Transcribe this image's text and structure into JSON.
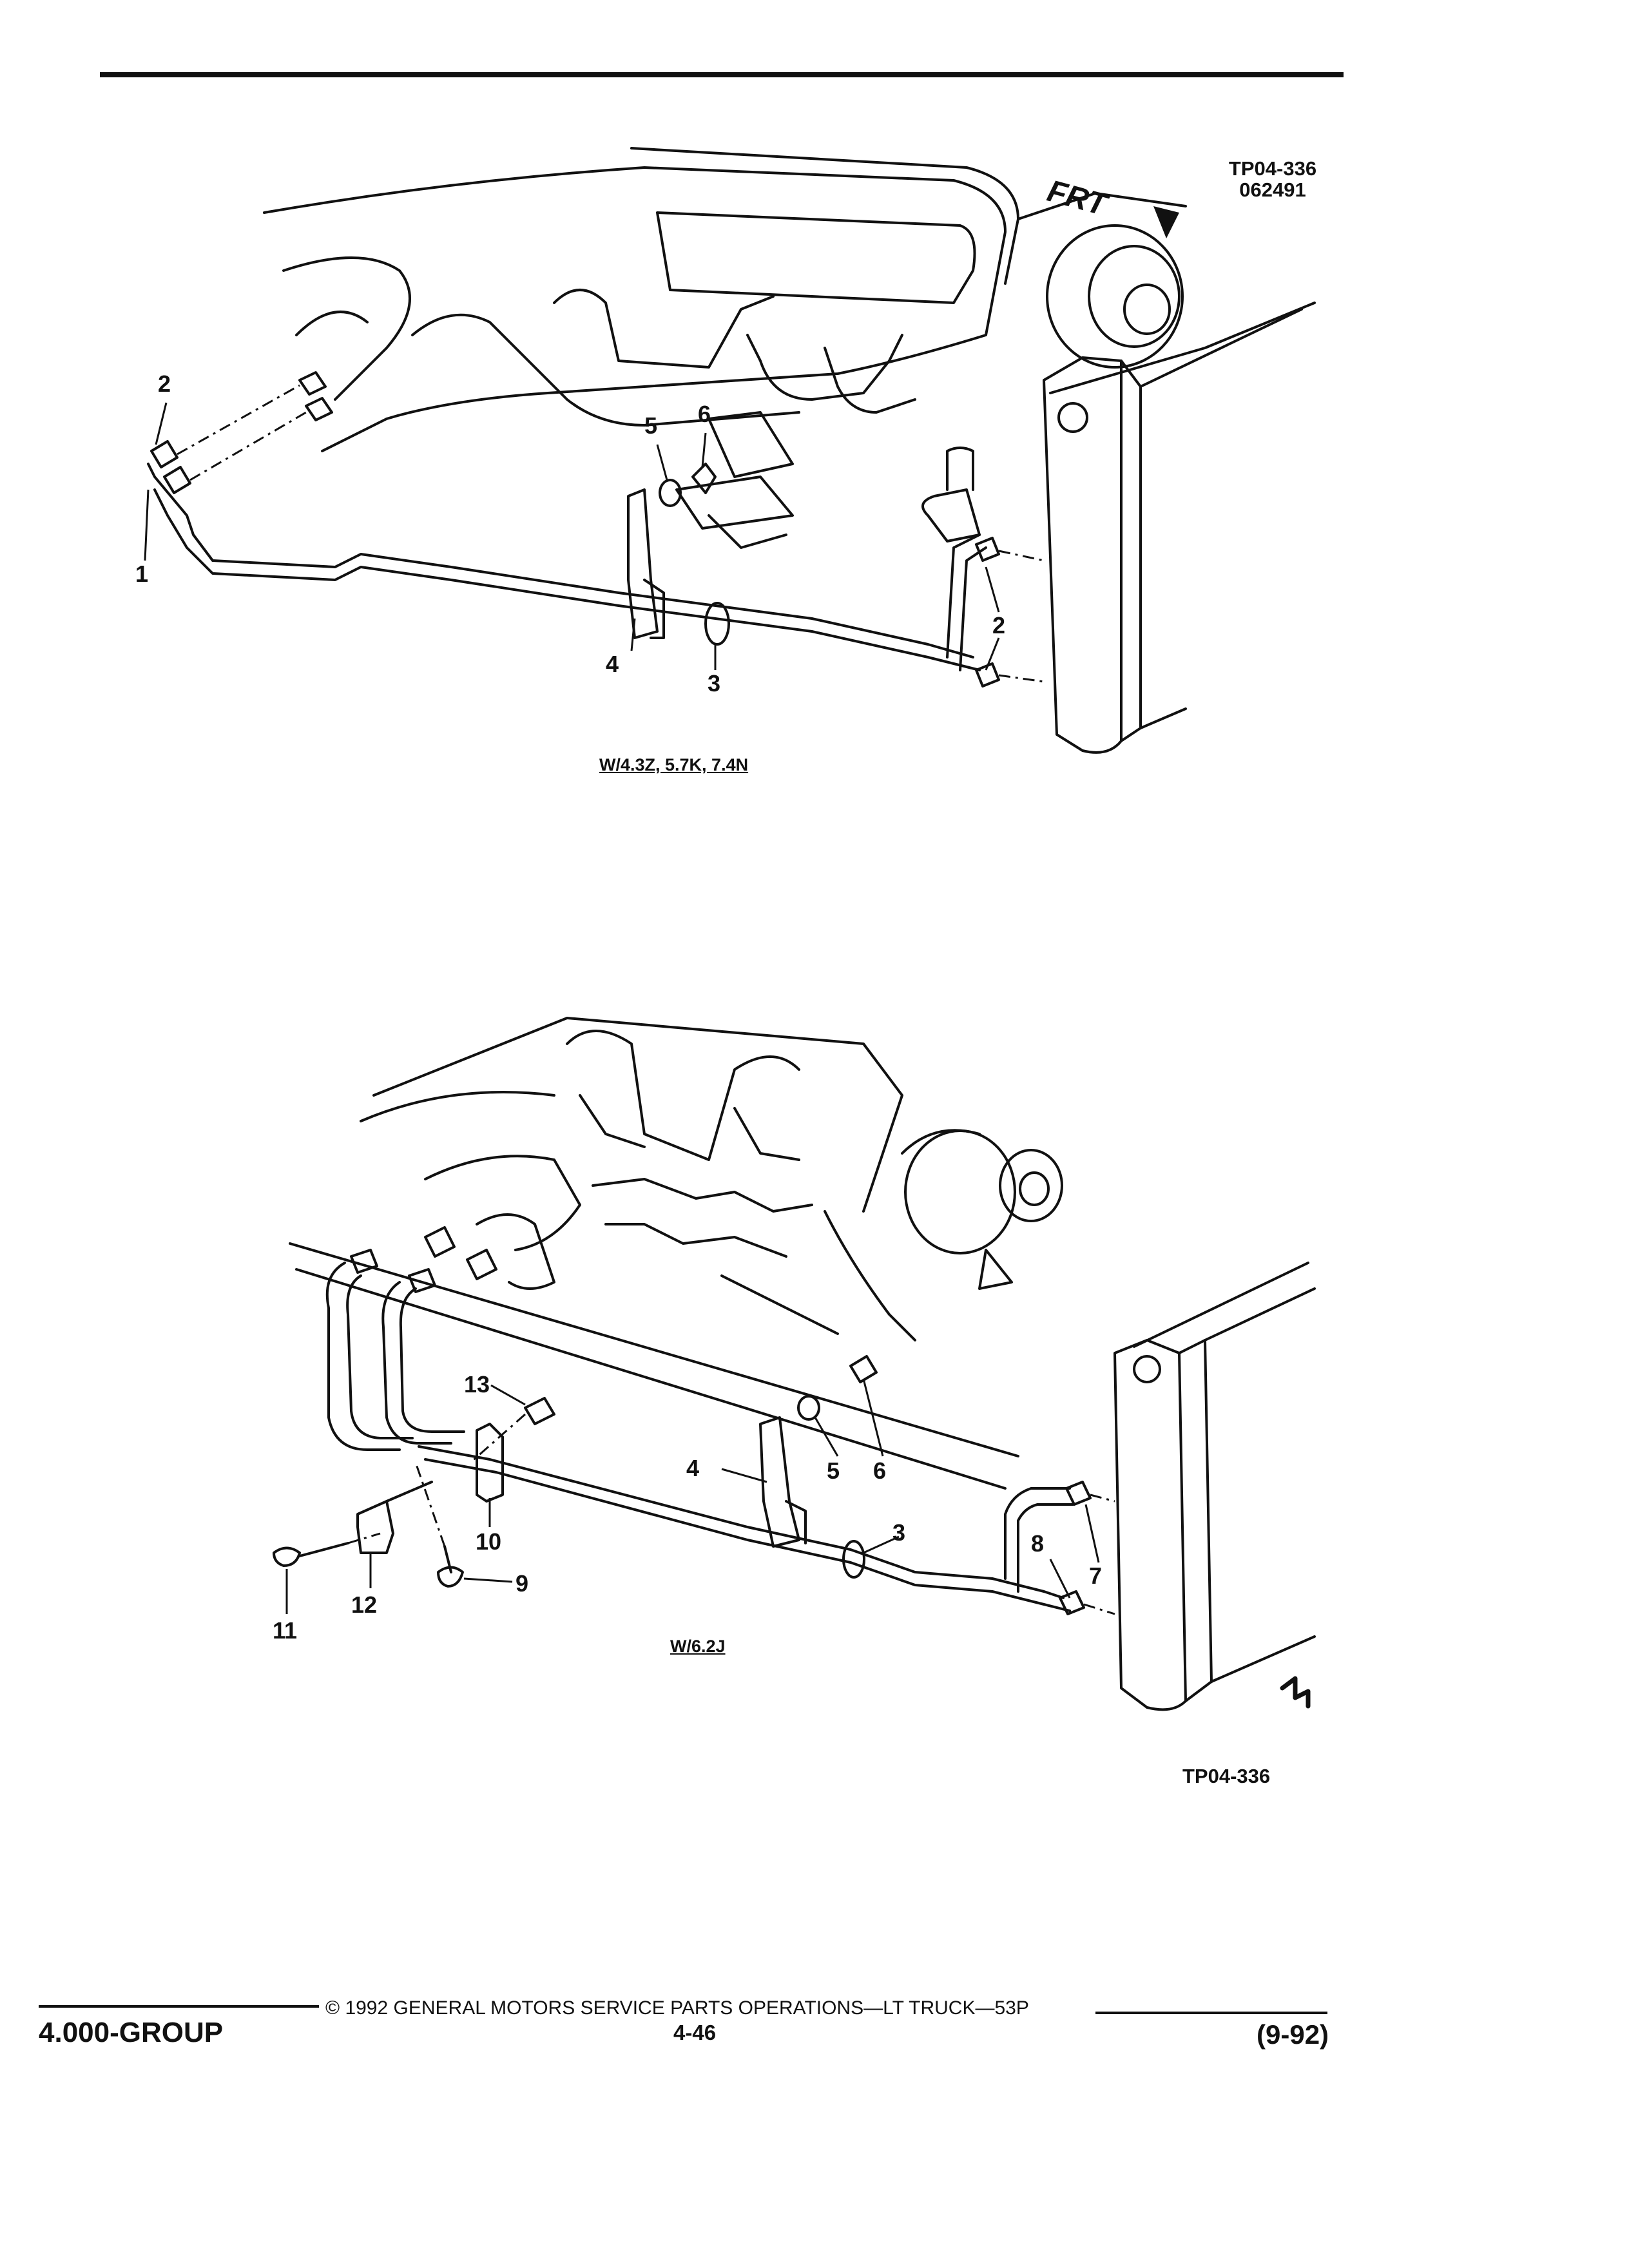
{
  "top_diagram": {
    "ref_code": "TP04-336",
    "ref_date": "062491",
    "front_label": "FRT",
    "caption": "W/4.3Z, 5.7K, 7.4N",
    "callouts": [
      "2",
      "1",
      "5",
      "6",
      "4",
      "3",
      "2"
    ]
  },
  "bottom_diagram": {
    "caption": "W/6.2J",
    "ref_code": "TP04-336",
    "callouts": [
      "13",
      "4",
      "5",
      "6",
      "3",
      "8",
      "7",
      "10",
      "12",
      "11",
      "9"
    ]
  },
  "footer": {
    "group": "4.000-GROUP",
    "copyright": "© 1992 GENERAL MOTORS SERVICE PARTS OPERATIONS—LT TRUCK—53P",
    "page": "4-46",
    "date": "(9-92)"
  }
}
